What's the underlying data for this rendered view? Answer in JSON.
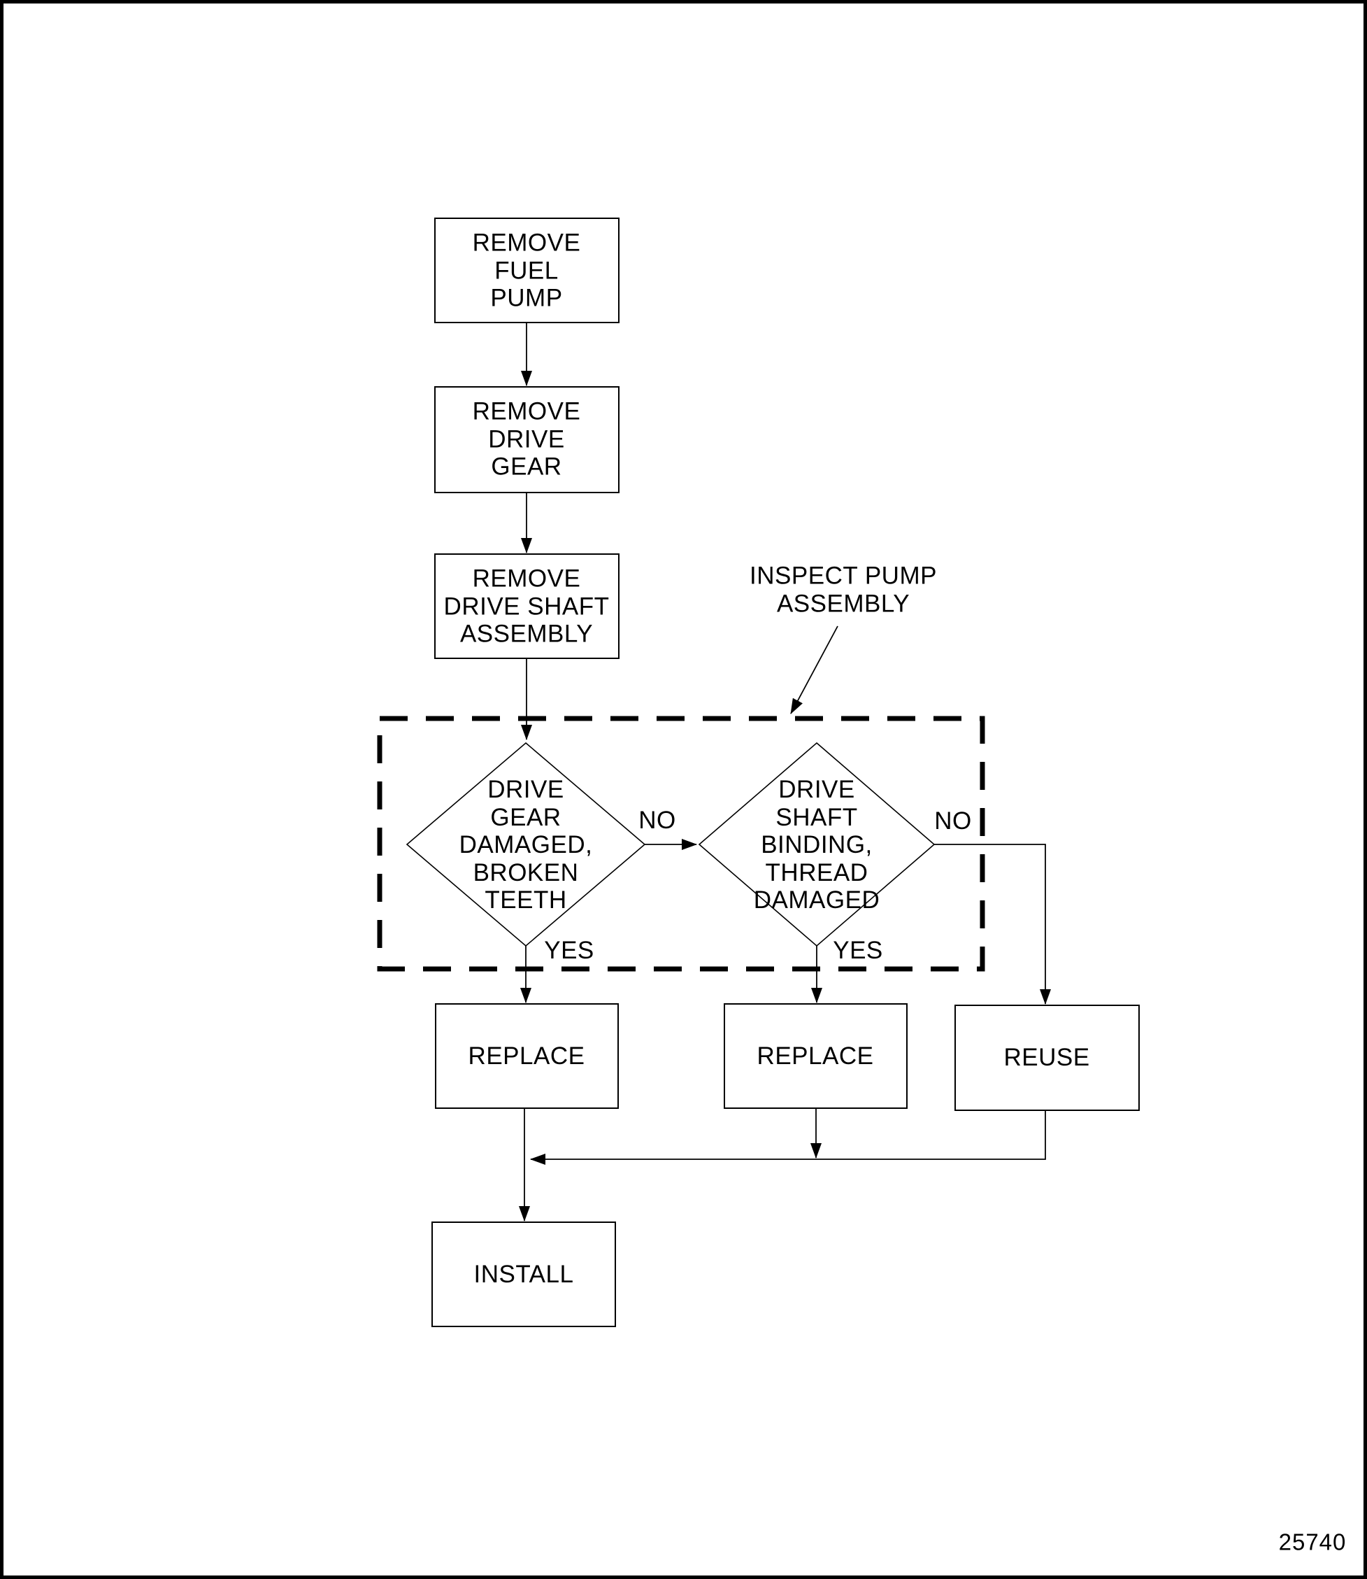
{
  "diagram": {
    "type": "flowchart",
    "figure_number": "25740",
    "colors": {
      "line": "#000000",
      "background": "#ffffff",
      "text": "#000000"
    },
    "process_boxes": {
      "remove_fuel_pump": "REMOVE\nFUEL\nPUMP",
      "remove_drive_gear": "REMOVE\nDRIVE\nGEAR",
      "remove_drive_shaft_assembly": "REMOVE\nDRIVE SHAFT\nASSEMBLY",
      "replace_left": "REPLACE",
      "replace_middle": "REPLACE",
      "reuse": "REUSE",
      "install": "INSTALL"
    },
    "decisions": {
      "drive_gear_damaged": "DRIVE\nGEAR\nDAMAGED,\nBROKEN\nTEETH",
      "drive_shaft_binding": "DRIVE\nSHAFT\nBINDING,\nTHREAD\nDAMAGED"
    },
    "annotations": {
      "inspect_pump_assembly": "INSPECT PUMP\nASSEMBLY"
    },
    "edge_labels": {
      "gear_no": "NO",
      "gear_yes": "YES",
      "shaft_no": "NO",
      "shaft_yes": "YES"
    }
  }
}
